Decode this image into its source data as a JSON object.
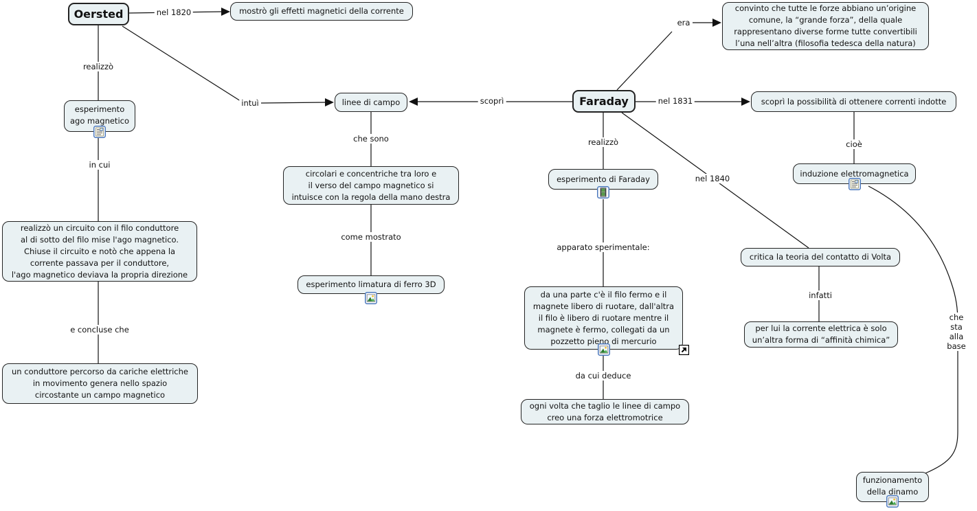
{
  "colors": {
    "node_fill": "#e9f1f3",
    "node_border": "#222222",
    "connector": "#111111",
    "text": "#111111",
    "resource_icon_border": "#4d79bd"
  },
  "nodes": {
    "oersted": {
      "label": "Oersted"
    },
    "mostro_effetti": {
      "label": "mostrò gli effetti magnetici della corrente"
    },
    "esperimento_ago": {
      "label": "esperimento\nago magnetico",
      "icon": "rich-text-document-icon"
    },
    "circuito": {
      "label": "realizzò un circuito con il filo conduttore\nal di sotto del filo mise l'ago magnetico.\nChiuse il circuito e notò che appena la\ncorrente passava per il conduttore,\nl'ago magnetico deviava la propria direzione"
    },
    "conduttore": {
      "label": "un conduttore percorso da cariche elettriche\nin movimento  genera nello spazio\ncircostante un campo magnetico"
    },
    "linee_di_campo": {
      "label": "linee di campo"
    },
    "circolari": {
      "label": "circolari e concentriche tra loro e\nil verso del campo magnetico si\nintuisce con la regola della mano destra"
    },
    "limatura": {
      "label": "esperimento limatura di ferro 3D",
      "icon": "image-icon"
    },
    "faraday": {
      "label": "Faraday"
    },
    "convinto": {
      "label": "convinto che tutte le forze abbiano un’origine\ncomune, la “grande forza”, della quale\nrappresentano diverse forme tutte convertibili\nl’una nell’altra (filosofia tedesca della natura)"
    },
    "scopri_correnti": {
      "label": "scoprì la possibilità di ottenere correnti indotte"
    },
    "induzione": {
      "label": "induzione elettromagnetica",
      "icon": "rich-text-document-icon"
    },
    "esperimento_faraday": {
      "label": "esperimento di Faraday",
      "icon": "video-icon"
    },
    "apparato": {
      "label": "da una parte c'è il filo fermo e il\nmagnete libero di ruotare, dall'altra\nil filo è libero di ruotare mentre il\nmagnete è fermo, collegati da un\npozzetto pieno di mercurio",
      "icon": "image-icon",
      "corner_icon": "external-link-icon"
    },
    "ogni_volta": {
      "label": "ogni volta che taglio le linee di campo\ncreo una forza elettromotrice"
    },
    "critica": {
      "label": "critica la teoria del contatto di Volta"
    },
    "per_lui": {
      "label": "per lui la corrente elettrica è solo\nun’altra forma di “affinità chimica”"
    },
    "dinamo": {
      "label": "funzionamento\ndella dinamo",
      "icon": "image-icon"
    }
  },
  "links": {
    "nel_1820": "nel 1820",
    "realizzo_oersted": "realizzò",
    "in_cui": "in cui",
    "e_concluse_che": "e concluse che",
    "intui": "intuì",
    "che_sono": "che sono",
    "come_mostrato": "come mostrato",
    "scopri": "scoprì",
    "era": "era",
    "nel_1831": "nel 1831",
    "cioe": "cioè",
    "realizzo_faraday": "realizzò",
    "apparato_sperimentale": "apparato sperimentale:",
    "da_cui_deduce": "da cui deduce",
    "nel_1840": "nel 1840",
    "infatti": "infatti",
    "che_sta_alla_base": "che sta\nalla base"
  }
}
